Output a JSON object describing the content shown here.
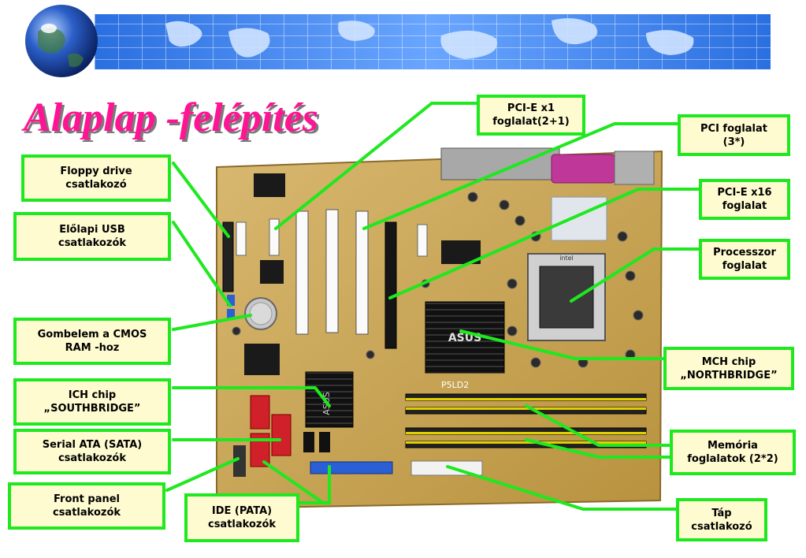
{
  "title": "Alaplap -felépítés",
  "board": {
    "maker_logo": "ASUS",
    "model": "P5LD2",
    "cpu_socket_brand": "intel"
  },
  "labels": {
    "floppy": "Floppy drive\ncsatlakozó",
    "usb_front": "Előlapi USB\ncsatlakozók",
    "cmos_battery": "Gombelem a CMOS\nRAM -hoz",
    "ich": "ICH chip\n„SOUTHBRIDGE”",
    "sata": "Serial ATA (SATA)\ncsatlakozók",
    "front_panel": "Front panel\ncsatlakozók",
    "ide": "IDE (PATA)\ncsatlakozók",
    "pcie_x1": "PCI-E x1\nfoglalat(2+1)",
    "pci": "PCI foglalat\n(3*)",
    "pcie_x16": "PCI-E x16\nfoglalat",
    "cpu": "Processzor\nfoglalat",
    "mch": "MCH chip\n„NORTHBRIDGE”",
    "memory": "Memória\nfoglalatok (2*2)",
    "power": "Táp\ncsatlakozó"
  },
  "colors": {
    "title": "#ff1493",
    "label_border": "#1ee81e",
    "label_fill": "#fffbd0",
    "connector_line": "#1ee81e",
    "pcb": "#c8a55a"
  }
}
